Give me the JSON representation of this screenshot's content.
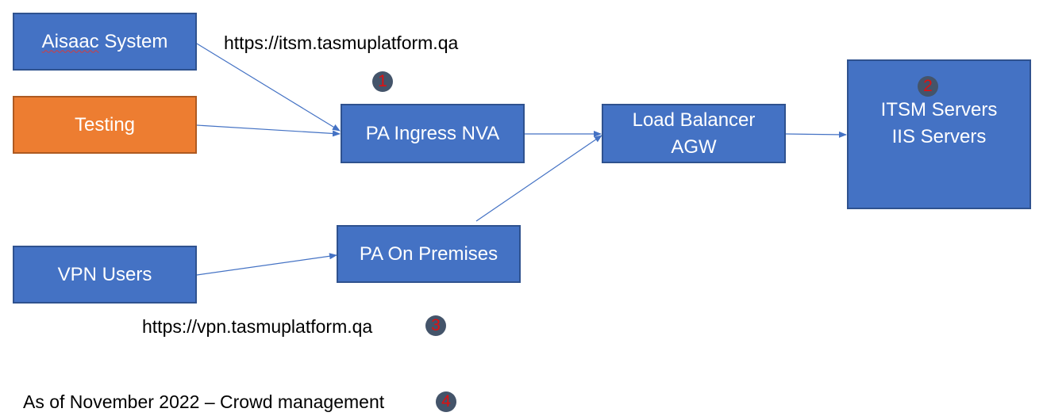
{
  "nodes": {
    "aisaac": {
      "label_word": "Aisaac",
      "label_rest": " System"
    },
    "testing": {
      "label": "Testing"
    },
    "vpn_users": {
      "label": "VPN Users"
    },
    "pa_ingress": {
      "label": "PA Ingress NVA"
    },
    "pa_on_prem": {
      "label": "PA On Premises"
    },
    "load_balancer": {
      "label": "Load Balancer\nAGW"
    },
    "itsm": {
      "label": "ITSM Servers\nIIS Servers"
    }
  },
  "annotations": {
    "itsm_url": "https://itsm.tasmuplatform.qa",
    "vpn_url": "https://vpn.tasmuplatform.qa",
    "footer_note": "As of November 2022 – Crowd management"
  },
  "badges": {
    "one": "1",
    "two": "2",
    "three": "3",
    "four": "4"
  },
  "colors": {
    "box_blue": "#4472c4",
    "box_orange": "#ed7d31",
    "connector": "#4472c4",
    "badge_fill": "#44546a",
    "badge_text": "#e01010"
  }
}
